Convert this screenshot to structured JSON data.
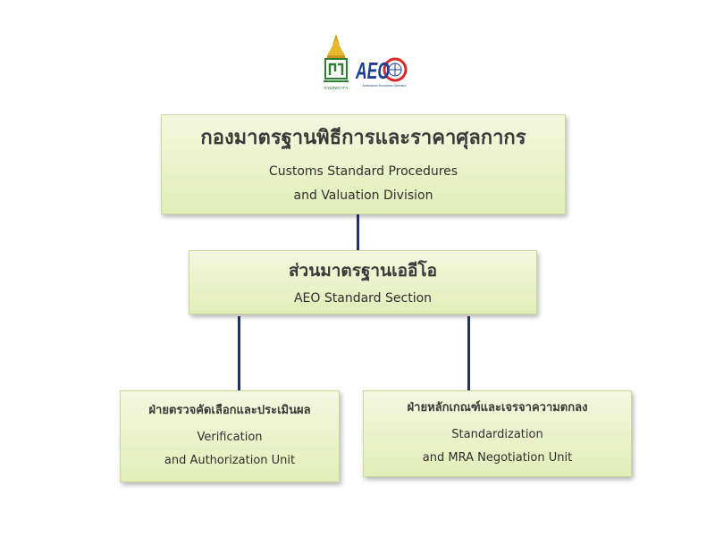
{
  "logos": {
    "left": {
      "name": "customs-department-emblem",
      "caption": "กรมศุลกากร"
    },
    "right": {
      "name": "aeo-logo",
      "text": "AEO",
      "caption": "Authorized Economic Operator"
    }
  },
  "org": {
    "top": {
      "thai": "กองมาตรฐานพิธีการและราคาศุลกากร",
      "en_line1": "Customs Standard Procedures",
      "en_line2": "and Valuation Division"
    },
    "middle": {
      "thai": "ส่วนมาตรฐานเออีโอ",
      "en_line1": "AEO Standard Section"
    },
    "left": {
      "thai": "ฝ่ายตรวจคัดเลือกและประเมินผล",
      "en_line1": "Verification",
      "en_line2": "and Authorization Unit"
    },
    "right": {
      "thai": "ฝ่ายหลักเกณฑ์และเจรจาความตกลง",
      "en_line1": "Standardization",
      "en_line2": "and MRA Negotiation Unit"
    }
  },
  "colors": {
    "box_fill": "#e8f0c4",
    "connector": "#1f3560",
    "aeo_blue": "#1d3f8f",
    "aeo_red": "#d6282b",
    "emblem_green": "#2e7d32",
    "emblem_gold": "#d9a520"
  }
}
